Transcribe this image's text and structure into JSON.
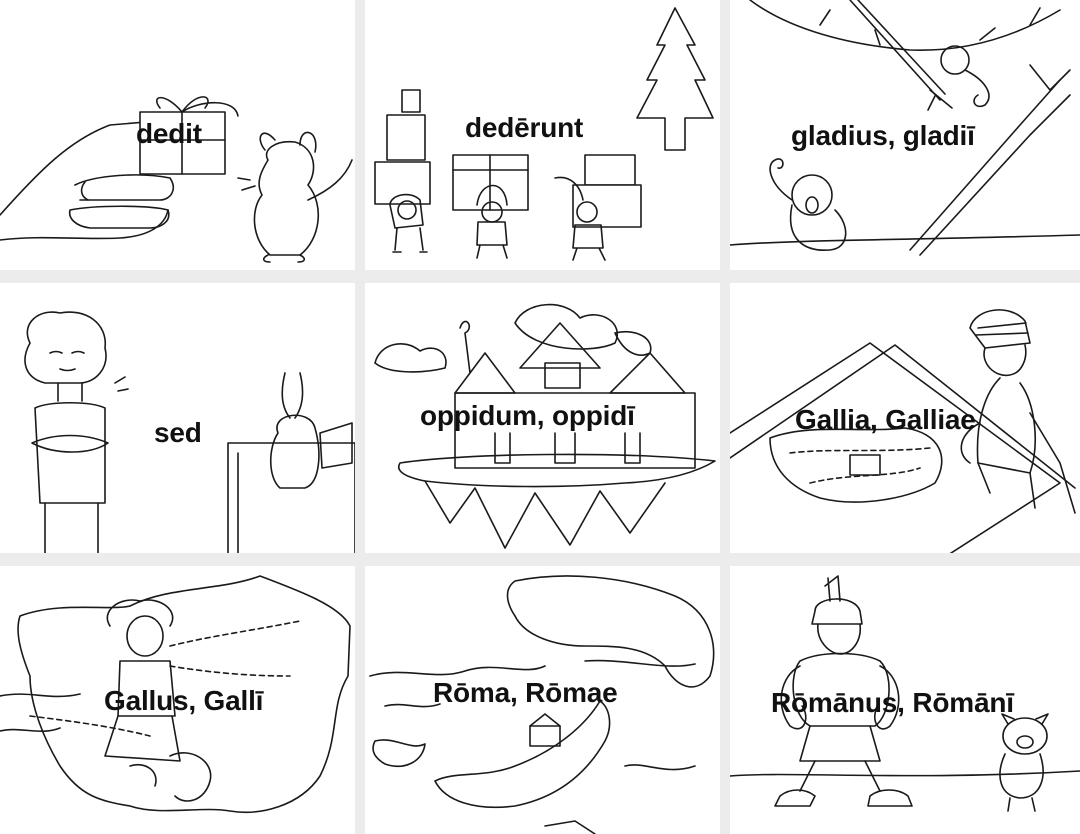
{
  "cards": [
    {
      "word": "dedit"
    },
    {
      "word": "dedērunt"
    },
    {
      "word": "gladius, gladiī"
    },
    {
      "word": "sed"
    },
    {
      "word": "oppidum, oppidī"
    },
    {
      "word": "Gallia, Galliae"
    },
    {
      "word": "Gallus, Gallī"
    },
    {
      "word": "Rōma, Rōmae"
    },
    {
      "word": "Rōmānus, Rōmānī"
    }
  ]
}
